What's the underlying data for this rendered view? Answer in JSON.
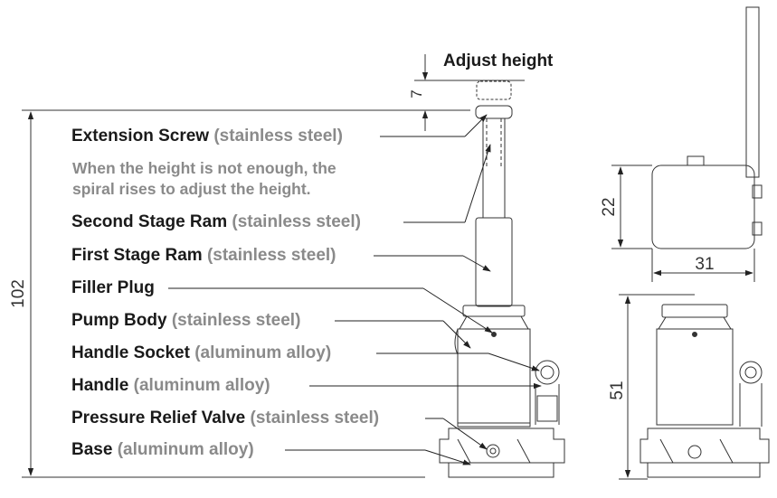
{
  "adjust_label": "Adjust height",
  "labels": [
    {
      "part": "Extension Screw",
      "material": "(stainless steel)"
    },
    {
      "part": "Second Stage Ram",
      "material": "(stainless steel)"
    },
    {
      "part": "First Stage Ram",
      "material": "(stainless steel)"
    },
    {
      "part": "Filler Plug",
      "material": ""
    },
    {
      "part": "Pump Body",
      "material": "(stainless steel)"
    },
    {
      "part": "Handle Socket",
      "material": "(aluminum alloy)"
    },
    {
      "part": "Handle",
      "material": "(aluminum alloy)"
    },
    {
      "part": "Pressure Relief Valve",
      "material": "(stainless steel)"
    },
    {
      "part": "Base",
      "material": "(aluminum alloy)"
    }
  ],
  "note": {
    "line1": "When the height is not enough, the",
    "line2": "spiral rises to adjust the height."
  },
  "dimensions": {
    "total_height": "102",
    "adjust": "7",
    "top_height": "22",
    "top_width": "31",
    "side_height": "51"
  }
}
